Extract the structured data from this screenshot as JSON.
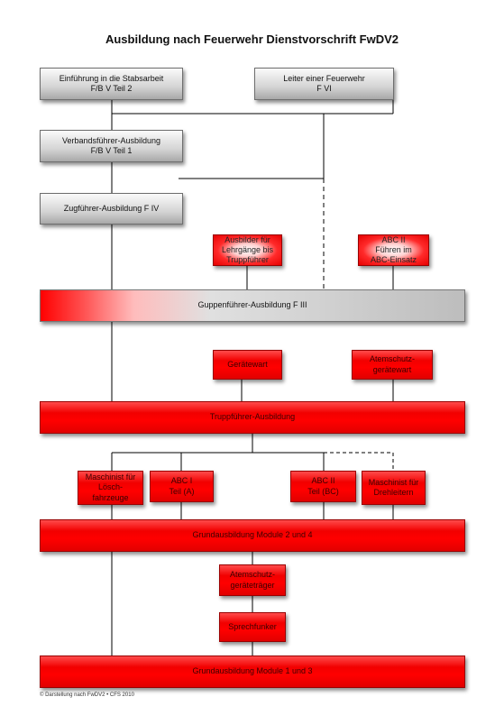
{
  "title": "Ausbildung nach Feuerwehr Dienstvorschrift FwDV2",
  "boxes": {
    "stabsarbeit": "Einführung in die Stabsarbeit\nF/B V Teil 2",
    "leiter_feuerwehr": "Leiter einer Feuerwehr\nF VI",
    "verbandsfuehrer": "Verbandsführer-Ausbildung\nF/B V Teil 1",
    "zugfuehrer": "Zugführer-Ausbildung F IV",
    "ausbilder": "Ausbilder für\nLehrgänge bis\nTruppführer",
    "abc2_fuehren": "ABC II\nFühren im\nABC-Einsatz",
    "gruppenfuehrer": "Guppenführer-Ausbildung F III",
    "geraetewart": "Gerätewart",
    "atemschutz_geraetewart": "Atemschutz-\ngerätewart",
    "truppfuehrer": "Truppführer-Ausbildung",
    "maschinist_loesch": "Maschinist für\nLösch-\nfahrzeuge",
    "abc1": "ABC I\nTeil (A)",
    "abc2_bc": "ABC II\nTeil (BC)",
    "maschinist_dreh": "Maschinist für\nDrehleitern",
    "grund_2_4": "Grundausbildung Module 2 und 4",
    "atemschutz_traeger": "Atemschutz-\ngeräteträger",
    "sprechfunker": "Sprechfunker",
    "grund_1_3": "Grundausbildung Module 1 und 3"
  },
  "footer": "© Darstellung nach FwDV2 • CFS 2010",
  "colors": {
    "red": "#ff0000",
    "grey": "#d4d4d4",
    "line": "#000000"
  }
}
